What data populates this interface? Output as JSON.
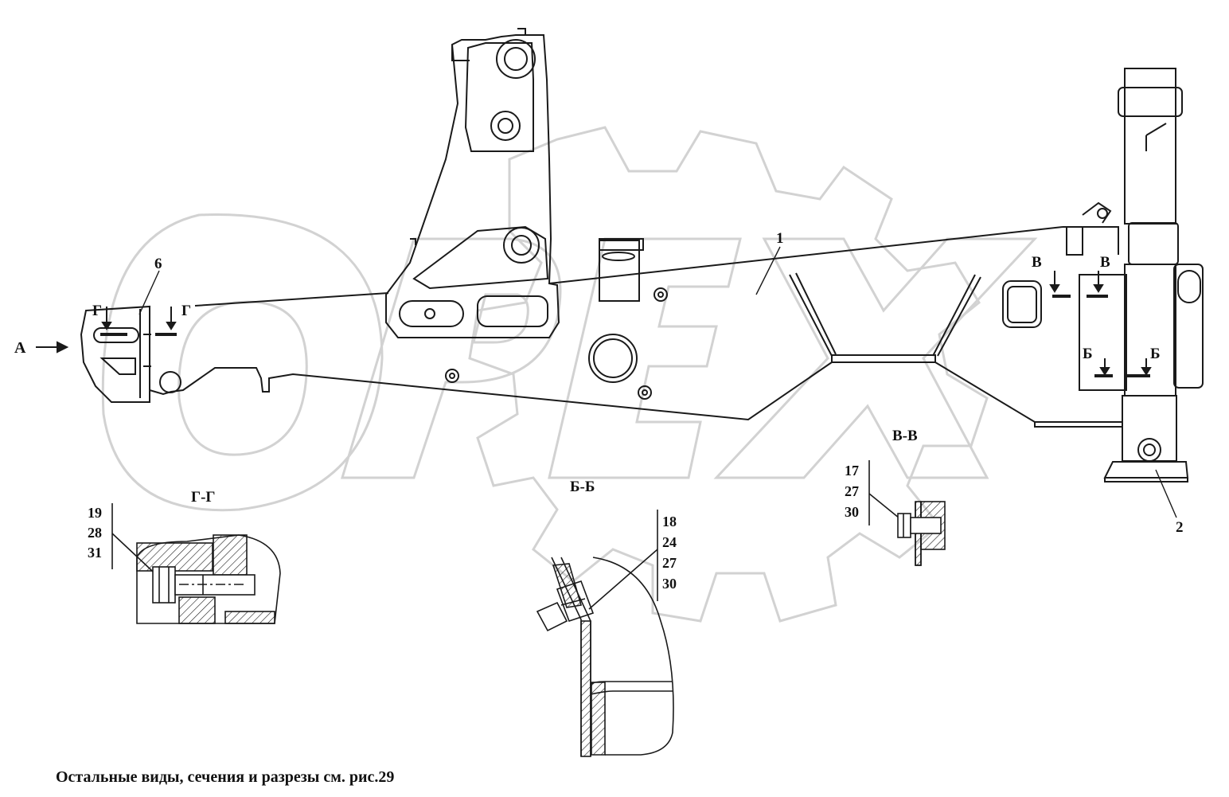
{
  "labels": {
    "part_1": "1",
    "part_2": "2",
    "part_6": "6",
    "view_a": "А",
    "section_g_left": "Г",
    "section_g_right": "Г",
    "section_v_left": "В",
    "section_v_right": "В",
    "section_b_left": "Б",
    "section_b_right": "Б"
  },
  "section_titles": {
    "g_g": "Г-Г",
    "b_b": "Б-Б",
    "v_v": "В-В"
  },
  "callouts": {
    "g_g": [
      "19",
      "28",
      "31"
    ],
    "b_b": [
      "18",
      "24",
      "27",
      "30"
    ],
    "v_v": [
      "17",
      "27",
      "30"
    ]
  },
  "footer_note": "Остальные виды, сечения и разрезы см. рис.29",
  "watermark": "OPEX",
  "colors": {
    "line": "#1a1a1a",
    "watermark": "#d2d2d2",
    "background": "#ffffff"
  }
}
